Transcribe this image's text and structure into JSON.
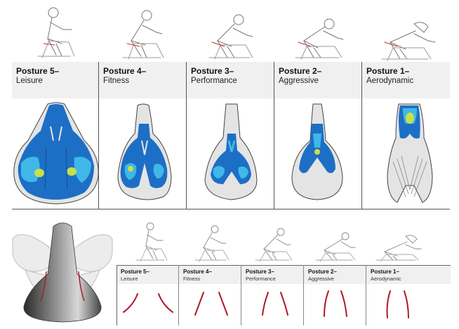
{
  "top_postures": [
    {
      "title": "Posture 5–",
      "subtitle": "Leisure"
    },
    {
      "title": "Posture 4–",
      "subtitle": "Fitness"
    },
    {
      "title": "Posture 3–",
      "subtitle": "Performance"
    },
    {
      "title": "Posture 2–",
      "subtitle": "Aggressive"
    },
    {
      "title": "Posture 1–",
      "subtitle": "Aerodynamic"
    }
  ],
  "bottom_postures": [
    {
      "title": "Posture 5–",
      "subtitle": "Leisure"
    },
    {
      "title": "Posture 4–",
      "subtitle": "Fitness"
    },
    {
      "title": "Posture 3–",
      "subtitle": "Performance"
    },
    {
      "title": "Posture 2–",
      "subtitle": "Aggressive"
    },
    {
      "title": "Posture 1–",
      "subtitle": "Aerodynamic"
    }
  ],
  "colors": {
    "pressure_high": "#c8e04a",
    "pressure_mid": "#3fb8e8",
    "pressure_base": "#1d6fc6",
    "saddle_fill": "#e4e4e4",
    "contour_line": "#b0172a",
    "header_bg": "#f0f0f0"
  }
}
